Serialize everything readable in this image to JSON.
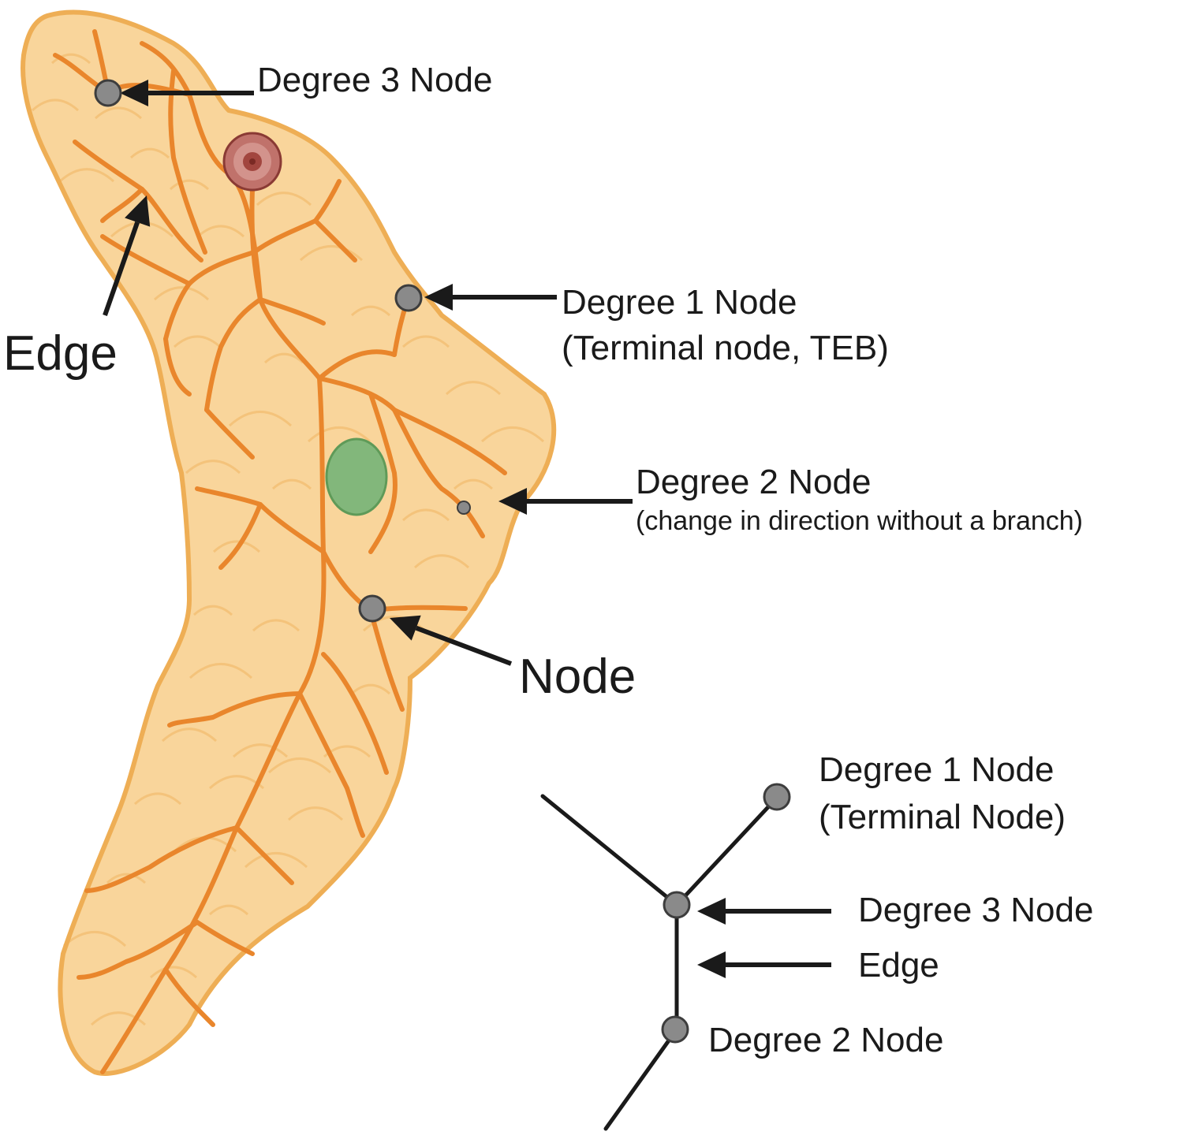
{
  "colors": {
    "gland_fill": "#f9d59b",
    "gland_outline": "#eeae55",
    "duct": "#e9862c",
    "node_fill": "#8a8a8a",
    "node_stroke": "#3d3d3d",
    "nipple_outer": "#c0726b",
    "nipple_inner": "#a2463f",
    "lymph_node": "#82b77b",
    "arrow": "#1a1a1a"
  },
  "labels": {
    "top_degree3": "Degree 3 Node",
    "edge_main": "Edge",
    "degree1": "Degree 1 Node",
    "degree1_sub": "(Terminal node, TEB)",
    "degree2": "Degree 2 Node",
    "degree2_sub": "(change in direction without a branch)",
    "node_main": "Node",
    "schematic_degree1": "Degree 1 Node",
    "schematic_degree1_sub": "(Terminal Node)",
    "schematic_degree3": "Degree 3 Node",
    "schematic_edge": "Edge",
    "schematic_degree2": "Degree 2 Node"
  }
}
